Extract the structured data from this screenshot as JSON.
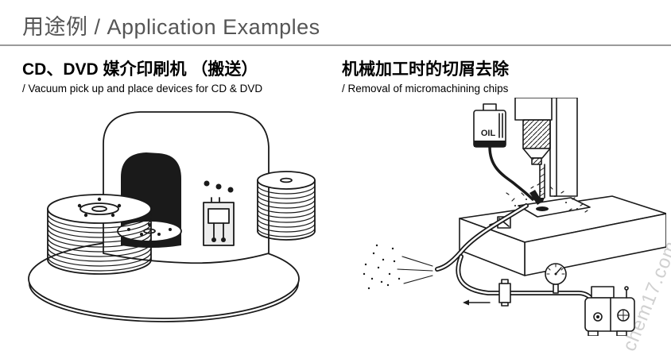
{
  "header": {
    "title": "用途例 / Application Examples"
  },
  "sections": [
    {
      "id": "cd-dvd-printer",
      "title": "CD、DVD 媒介印刷机 （搬送）",
      "subtitle": "/ Vacuum pick up and place devices for CD & DVD"
    },
    {
      "id": "chip-removal",
      "title": "机械加工时的切屑去除",
      "subtitle": "/ Removal of micromachining chips"
    }
  ],
  "illustrations": {
    "left": "cd-printer-line-art",
    "right": "machining-chip-removal-line-art",
    "oil_label": "OIL"
  },
  "watermark": "chem17.com",
  "colors": {
    "line": "#1a1a1a",
    "header_gray": "#555555",
    "divider_gray": "#9a9a9a"
  }
}
